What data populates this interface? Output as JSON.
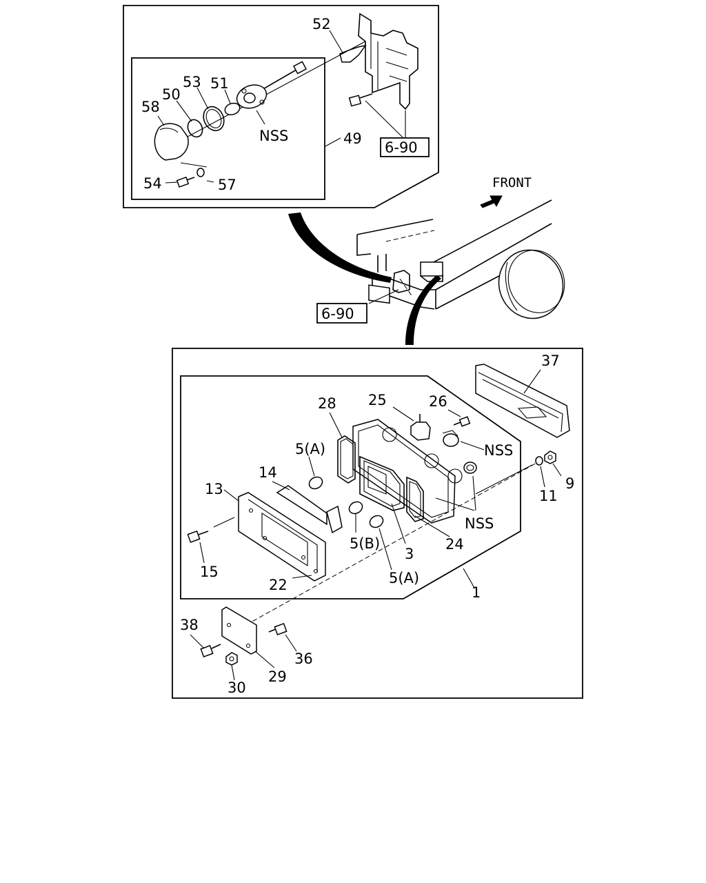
{
  "colors": {
    "ink": "#000000",
    "paper": "#ffffff"
  },
  "direction": {
    "label": "FRONT"
  },
  "refs": {
    "top": "6-90",
    "middle": "6-90"
  },
  "callouts": {
    "c52": "52",
    "c53": "53",
    "c51": "51",
    "c50": "50",
    "c58": "58",
    "c49": "49",
    "c54": "54",
    "c57": "57",
    "nss_top": "NSS",
    "c37": "37",
    "c25": "25",
    "c26": "26",
    "c28": "28",
    "nss_a": "NSS",
    "c5a_1": "5(A)",
    "c14": "14",
    "c13": "13",
    "c9": "9",
    "c11": "11",
    "nss_b": "NSS",
    "c15": "15",
    "c5b": "5(B)",
    "c3": "3",
    "c24": "24",
    "c5a_2": "5(A)",
    "c22": "22",
    "c1": "1",
    "c38": "38",
    "c36": "36",
    "c29": "29",
    "c30": "30"
  }
}
